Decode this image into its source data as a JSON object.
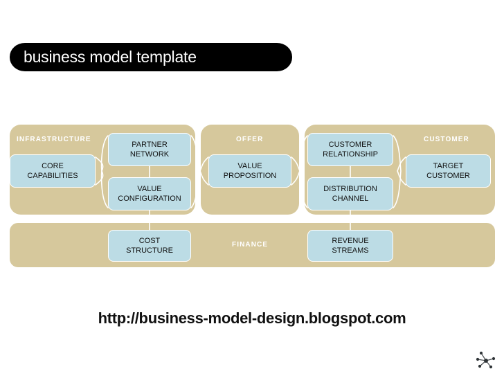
{
  "title": {
    "text": "business model template",
    "background_color": "#000000",
    "text_color": "#ffffff"
  },
  "colors": {
    "panel": "#d6c89c",
    "block": "#bcdce5",
    "connector": "#ffffff",
    "panel_label": "#ffffff",
    "block_text": "#101010",
    "url_text": "#111111",
    "page_background": "#ffffff"
  },
  "diagram": {
    "panels": [
      {
        "id": "infrastructure",
        "label": "INFRASTRUCTURE"
      },
      {
        "id": "offer",
        "label": "OFFER"
      },
      {
        "id": "customer",
        "label": "CUSTOMER"
      },
      {
        "id": "finance",
        "label": "FINANCE"
      }
    ],
    "blocks": [
      {
        "id": "core-capabilities",
        "label": "CORE\nCAPABILITIES",
        "panel": "infrastructure"
      },
      {
        "id": "partner-network",
        "label": "PARTNER\nNETWORK",
        "panel": "infrastructure"
      },
      {
        "id": "value-configuration",
        "label": "VALUE\nCONFIGURATION",
        "panel": "infrastructure"
      },
      {
        "id": "value-proposition",
        "label": "VALUE\nPROPOSITION",
        "panel": "offer"
      },
      {
        "id": "customer-relationship",
        "label": "CUSTOMER\nRELATIONSHIP",
        "panel": "customer"
      },
      {
        "id": "distribution-channel",
        "label": "DISTRIBUTION\nCHANNEL",
        "panel": "customer"
      },
      {
        "id": "target-customer",
        "label": "TARGET\nCUSTOMER",
        "panel": "customer"
      },
      {
        "id": "cost-structure",
        "label": "COST\nSTRUCTURE",
        "panel": "finance"
      },
      {
        "id": "revenue-streams",
        "label": "REVENUE\nSTREAMS",
        "panel": "finance"
      }
    ]
  },
  "footer": {
    "url": "http://business-model-design.blogspot.com",
    "logo_icon": "network-hub-icon"
  }
}
